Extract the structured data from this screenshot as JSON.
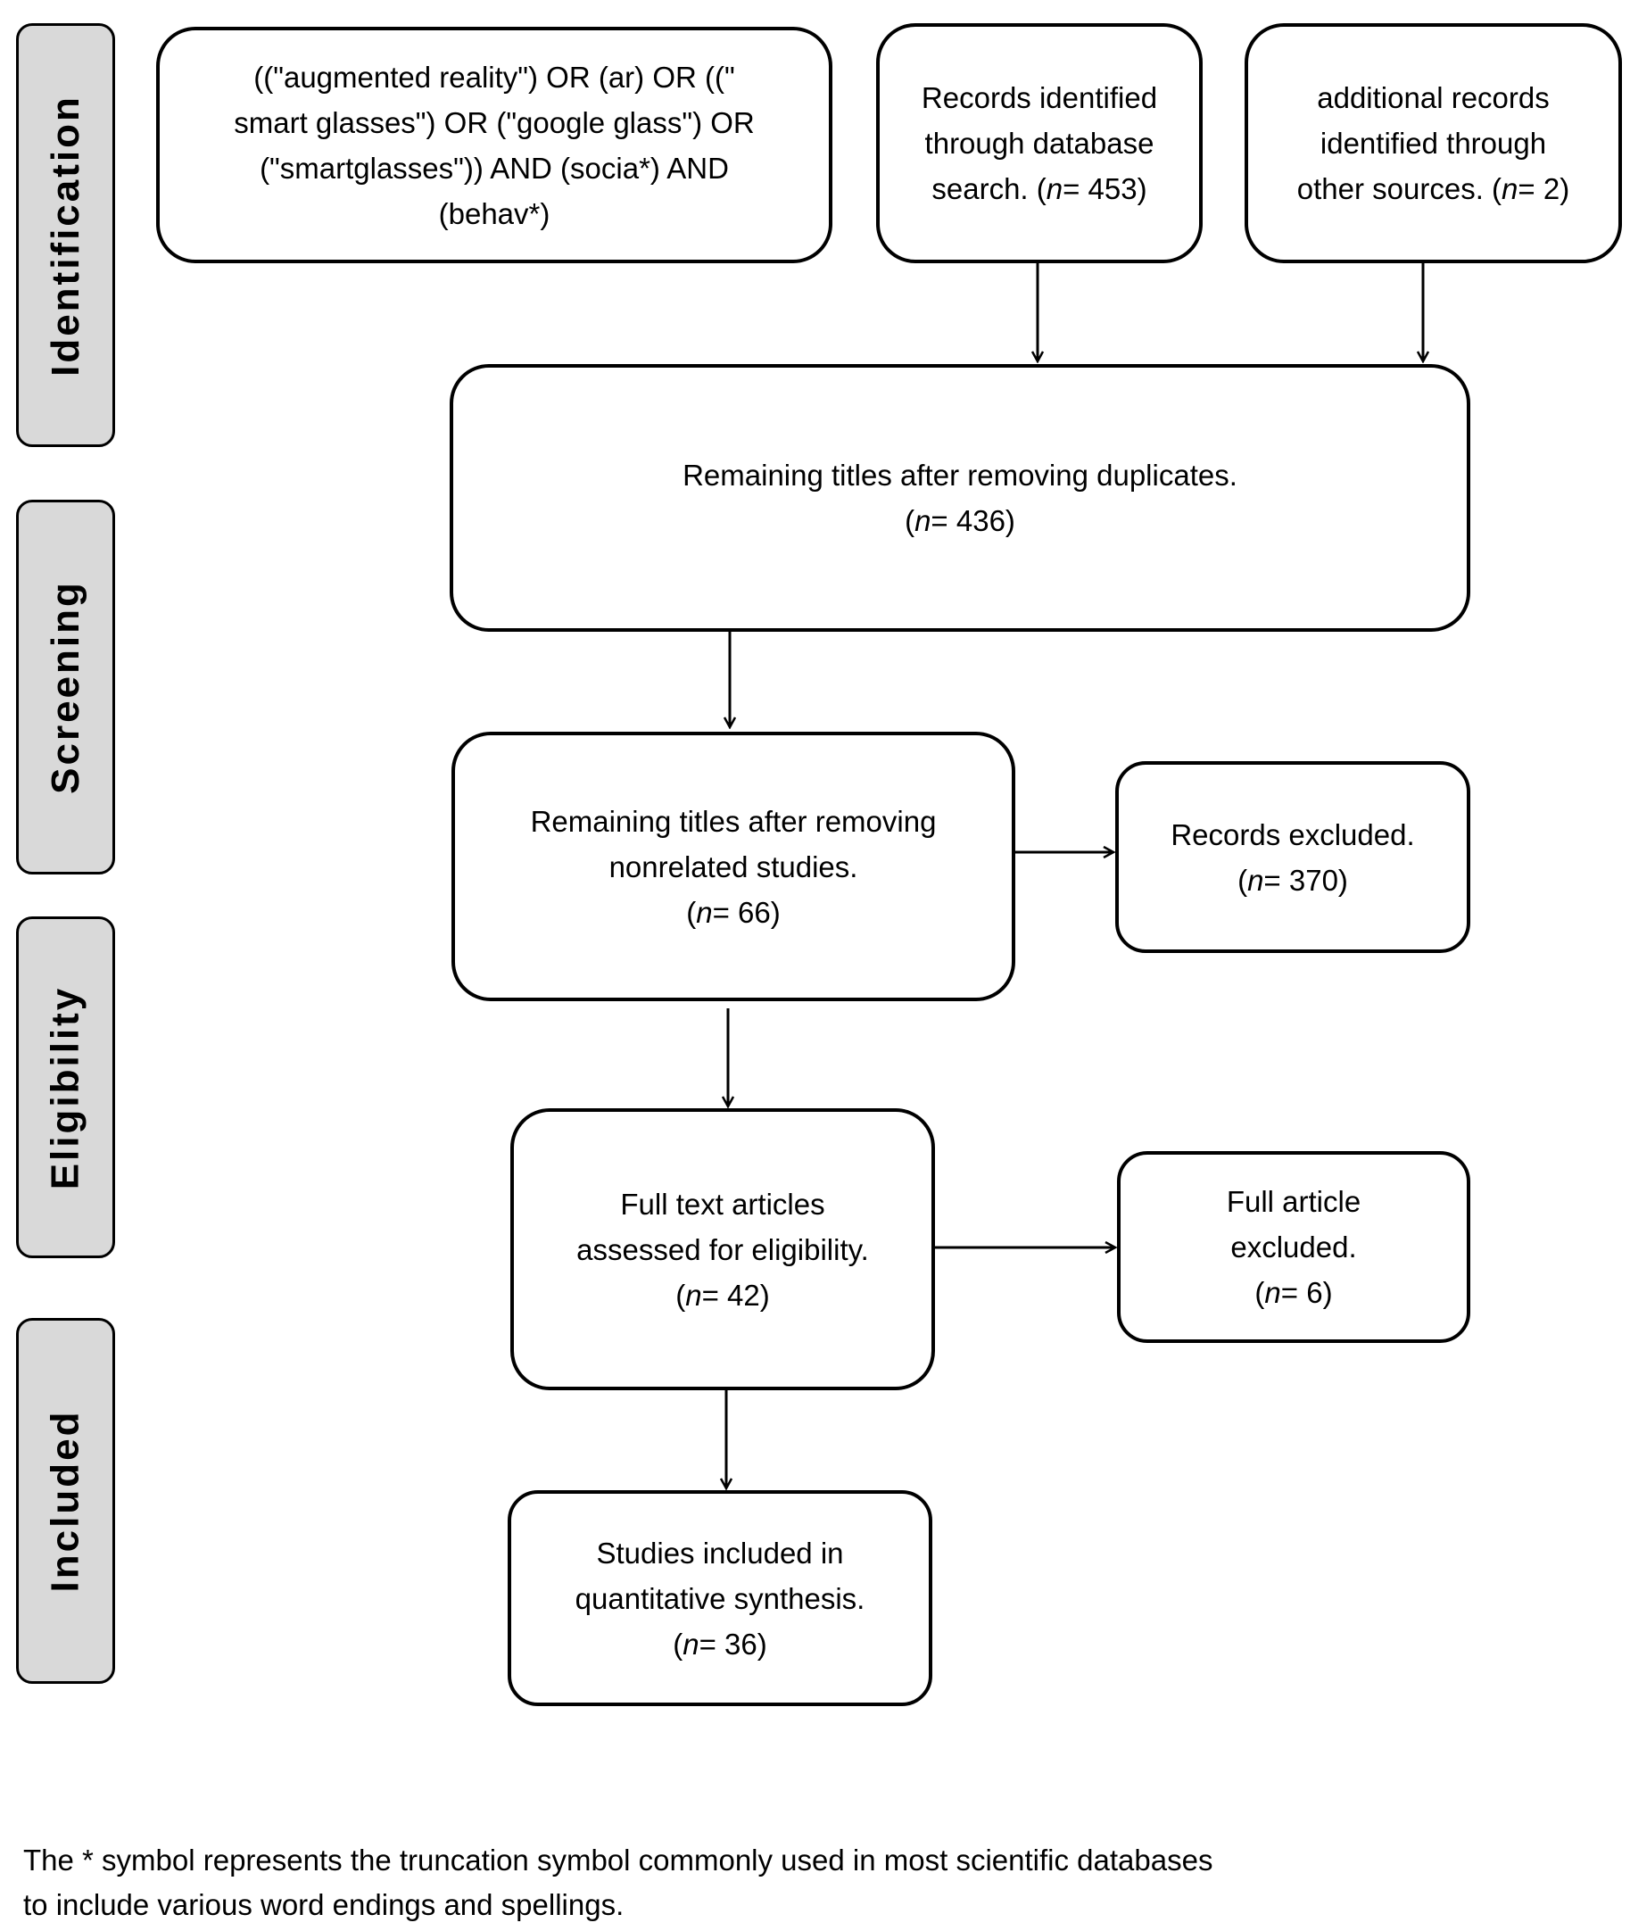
{
  "phases": {
    "identification": "Identification",
    "screening": "Screening",
    "eligibility": "Eligibility",
    "included": "Included"
  },
  "search_query": {
    "lines": [
      "((\"augmented reality\") OR (ar) OR ((\"",
      "smart glasses\") OR (\"google glass\") OR",
      "(\"smartglasses\")) AND (socia*) AND",
      "(behav*)"
    ]
  },
  "database_records": {
    "lines": [
      "Records identified",
      "through database",
      "search. ("
    ],
    "n_label": "n",
    "n_value": "= 453)"
  },
  "other_records": {
    "lines": [
      "additional records",
      "identified through",
      "other sources. ("
    ],
    "n_label": "n",
    "n_value": "= 2)"
  },
  "duplicates_removed": {
    "lines": [
      "Remaining titles after removing duplicates."
    ],
    "n_open": "(",
    "n_label": "n",
    "n_value": "= 436)"
  },
  "nonrelated_removed": {
    "lines": [
      "Remaining titles after removing",
      "nonrelated studies."
    ],
    "n_open": "(",
    "n_label": "n",
    "n_value": "= 66)"
  },
  "records_excluded": {
    "lines": [
      "Records excluded."
    ],
    "n_open": "(",
    "n_label": "n",
    "n_value": "= 370)"
  },
  "full_text_assessed": {
    "lines": [
      "Full text articles",
      "assessed for eligibility."
    ],
    "n_open": "(",
    "n_label": "n",
    "n_value": "= 42)"
  },
  "full_article_excluded": {
    "lines": [
      "Full article",
      "excluded."
    ],
    "n_open": "(",
    "n_label": "n",
    "n_value": "= 6)"
  },
  "studies_included": {
    "lines": [
      "Studies included in",
      "quantitative synthesis."
    ],
    "n_open": "(",
    "n_label": "n",
    "n_value": "= 36)"
  },
  "footnote": {
    "lines": [
      "The * symbol represents the truncation symbol commonly used in most scientific databases",
      "to include various word endings and spellings."
    ]
  }
}
